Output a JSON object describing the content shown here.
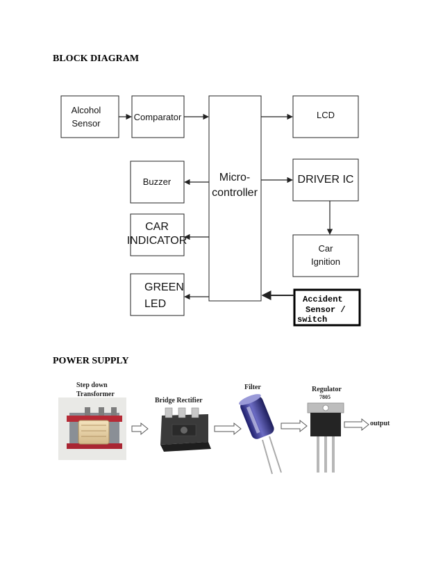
{
  "headings": {
    "block_diagram": "BLOCK DIAGRAM",
    "power_supply": "POWER SUPPLY"
  },
  "block_diagram": {
    "alcohol_sensor": [
      "Alcohol",
      "Sensor"
    ],
    "comparator": "Comparator",
    "microcontroller": [
      "Micro-",
      "controller"
    ],
    "lcd": "LCD",
    "buzzer": "Buzzer",
    "driver_ic": "DRIVER IC",
    "car_indicator": [
      "CAR",
      "INDICATOR"
    ],
    "car_ignition": [
      "Car",
      "Ignition"
    ],
    "green_led": [
      "GREEN",
      "LED"
    ],
    "accident_sensor": [
      "Accident",
      "Sensor /",
      "switch"
    ]
  },
  "power_supply": {
    "transformer": [
      "Step down",
      "Transformer"
    ],
    "rectifier": "Bridge Rectifier",
    "filter": "Filter",
    "regulator": "Regulator",
    "regulator_part": "7805",
    "output": "output"
  }
}
